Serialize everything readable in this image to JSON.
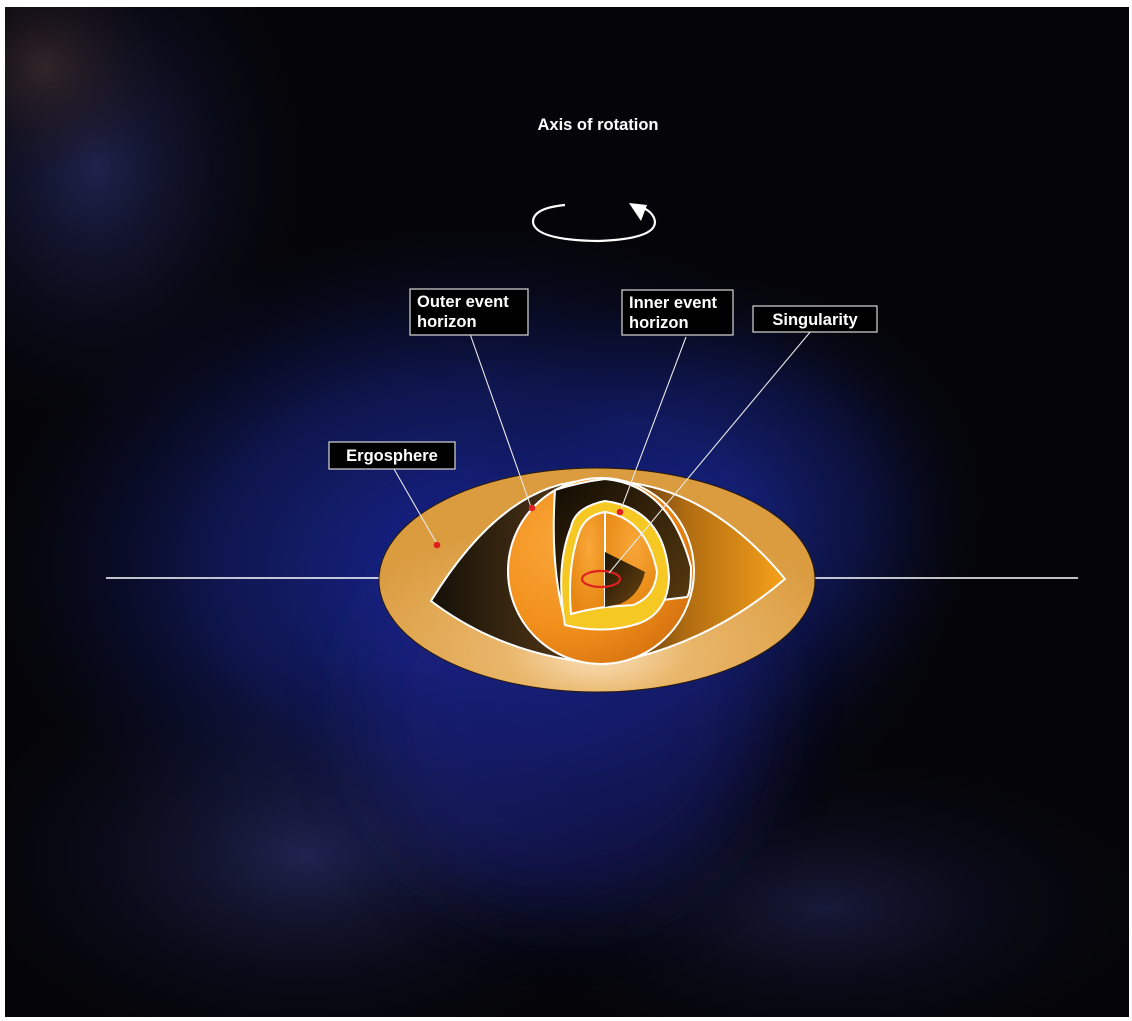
{
  "diagram": {
    "axis_label": "Axis of rotation",
    "labels": {
      "outer_event_horizon": [
        "Outer event",
        "horizon"
      ],
      "inner_event_horizon": [
        "Inner event",
        "horizon"
      ],
      "singularity": "Singularity",
      "ergosphere": "Ergosphere"
    },
    "colors": {
      "background": "#050509",
      "nebula": "#1c2a9a",
      "ergosphere_fill": "#e1a248",
      "orange": "#f49a1c",
      "yellow": "#f6c823",
      "marker_red": "#e02020"
    }
  }
}
